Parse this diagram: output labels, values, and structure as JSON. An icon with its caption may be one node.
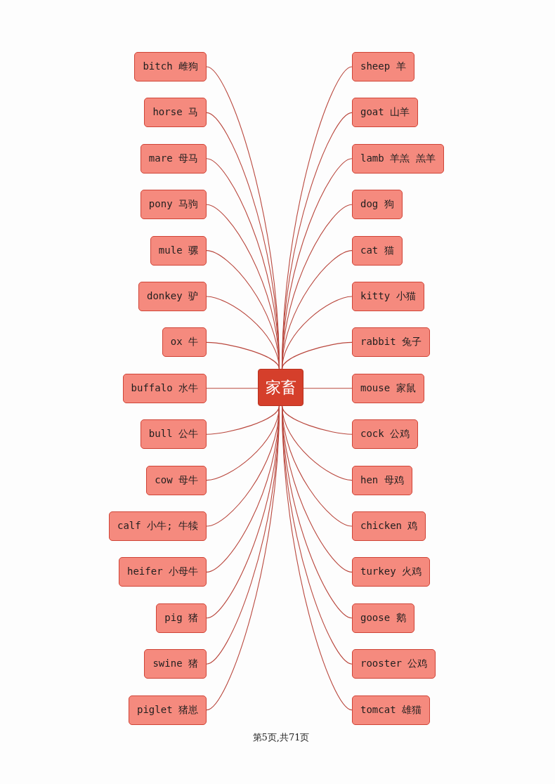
{
  "diagram": {
    "nodes": [
      {
        "text": [
          "家畜"
        ]
      },
      {
        "text": [
          "bitch 雌狗"
        ]
      },
      {
        "text": [
          "horse 马"
        ]
      },
      {
        "text": [
          "mare 母马"
        ]
      },
      {
        "text": [
          "pony 马驹"
        ]
      },
      {
        "text": [
          "mule 骡"
        ]
      },
      {
        "text": [
          "donkey 驴"
        ]
      },
      {
        "text": [
          "ox 牛"
        ]
      },
      {
        "text": [
          "buffalo 水牛"
        ]
      },
      {
        "text": [
          "bull 公牛"
        ]
      },
      {
        "text": [
          "cow 母牛"
        ]
      },
      {
        "text": [
          "calf 小牛; 牛犊"
        ]
      },
      {
        "text": [
          "heifer 小母牛"
        ]
      },
      {
        "text": [
          "pig 猪"
        ]
      },
      {
        "text": [
          "swine 猪"
        ]
      },
      {
        "text": [
          "piglet 猪崽"
        ]
      },
      {
        "text": [
          "sheep 羊"
        ]
      },
      {
        "text": [
          "goat 山羊"
        ]
      },
      {
        "text": [
          "lamb 羊羔 羔羊"
        ]
      },
      {
        "text": [
          "dog 狗"
        ]
      },
      {
        "text": [
          "cat 猫"
        ]
      },
      {
        "text": [
          "kitty 小猫"
        ]
      },
      {
        "text": [
          "rabbit 兔子"
        ]
      },
      {
        "text": [
          "mouse 家鼠"
        ]
      },
      {
        "text": [
          "cock 公鸡"
        ]
      },
      {
        "text": [
          "hen 母鸡"
        ]
      },
      {
        "text": [
          "chicken 鸡"
        ]
      },
      {
        "text": [
          "turkey 火鸡"
        ]
      },
      {
        "text": [
          "goose 鹅"
        ]
      },
      {
        "text": [
          "rooster 公鸡"
        ]
      },
      {
        "text": [
          "tomcat 雄猫"
        ]
      }
    ],
    "edges": [
      {
        "from": 0,
        "to": 1,
        "arrow": "none"
      },
      {
        "from": 0,
        "to": 2,
        "arrow": "none"
      },
      {
        "from": 0,
        "to": 3,
        "arrow": "none"
      },
      {
        "from": 0,
        "to": 4,
        "arrow": "none"
      },
      {
        "from": 0,
        "to": 5,
        "arrow": "none"
      },
      {
        "from": 0,
        "to": 6,
        "arrow": "none"
      },
      {
        "from": 0,
        "to": 7,
        "arrow": "none"
      },
      {
        "from": 0,
        "to": 8,
        "arrow": "none"
      },
      {
        "from": 0,
        "to": 9,
        "arrow": "none"
      },
      {
        "from": 0,
        "to": 10,
        "arrow": "none"
      },
      {
        "from": 0,
        "to": 11,
        "arrow": "none"
      },
      {
        "from": 0,
        "to": 12,
        "arrow": "none"
      },
      {
        "from": 0,
        "to": 13,
        "arrow": "none"
      },
      {
        "from": 0,
        "to": 14,
        "arrow": "none"
      },
      {
        "from": 0,
        "to": 15,
        "arrow": "none"
      },
      {
        "from": 0,
        "to": 16,
        "arrow": "none"
      },
      {
        "from": 0,
        "to": 17,
        "arrow": "none"
      },
      {
        "from": 0,
        "to": 18,
        "arrow": "none"
      },
      {
        "from": 0,
        "to": 19,
        "arrow": "none"
      },
      {
        "from": 0,
        "to": 20,
        "arrow": "none"
      },
      {
        "from": 0,
        "to": 21,
        "arrow": "none"
      },
      {
        "from": 0,
        "to": 22,
        "arrow": "none"
      },
      {
        "from": 0,
        "to": 23,
        "arrow": "none"
      },
      {
        "from": 0,
        "to": 24,
        "arrow": "none"
      },
      {
        "from": 0,
        "to": 25,
        "arrow": "none"
      },
      {
        "from": 0,
        "to": 26,
        "arrow": "none"
      },
      {
        "from": 0,
        "to": 27,
        "arrow": "none"
      },
      {
        "from": 0,
        "to": 28,
        "arrow": "none"
      },
      {
        "from": 0,
        "to": 29,
        "arrow": "none"
      },
      {
        "from": 0,
        "to": 30,
        "arrow": "none"
      }
    ],
    "labels": [
      "第5页,共71页"
    ]
  }
}
